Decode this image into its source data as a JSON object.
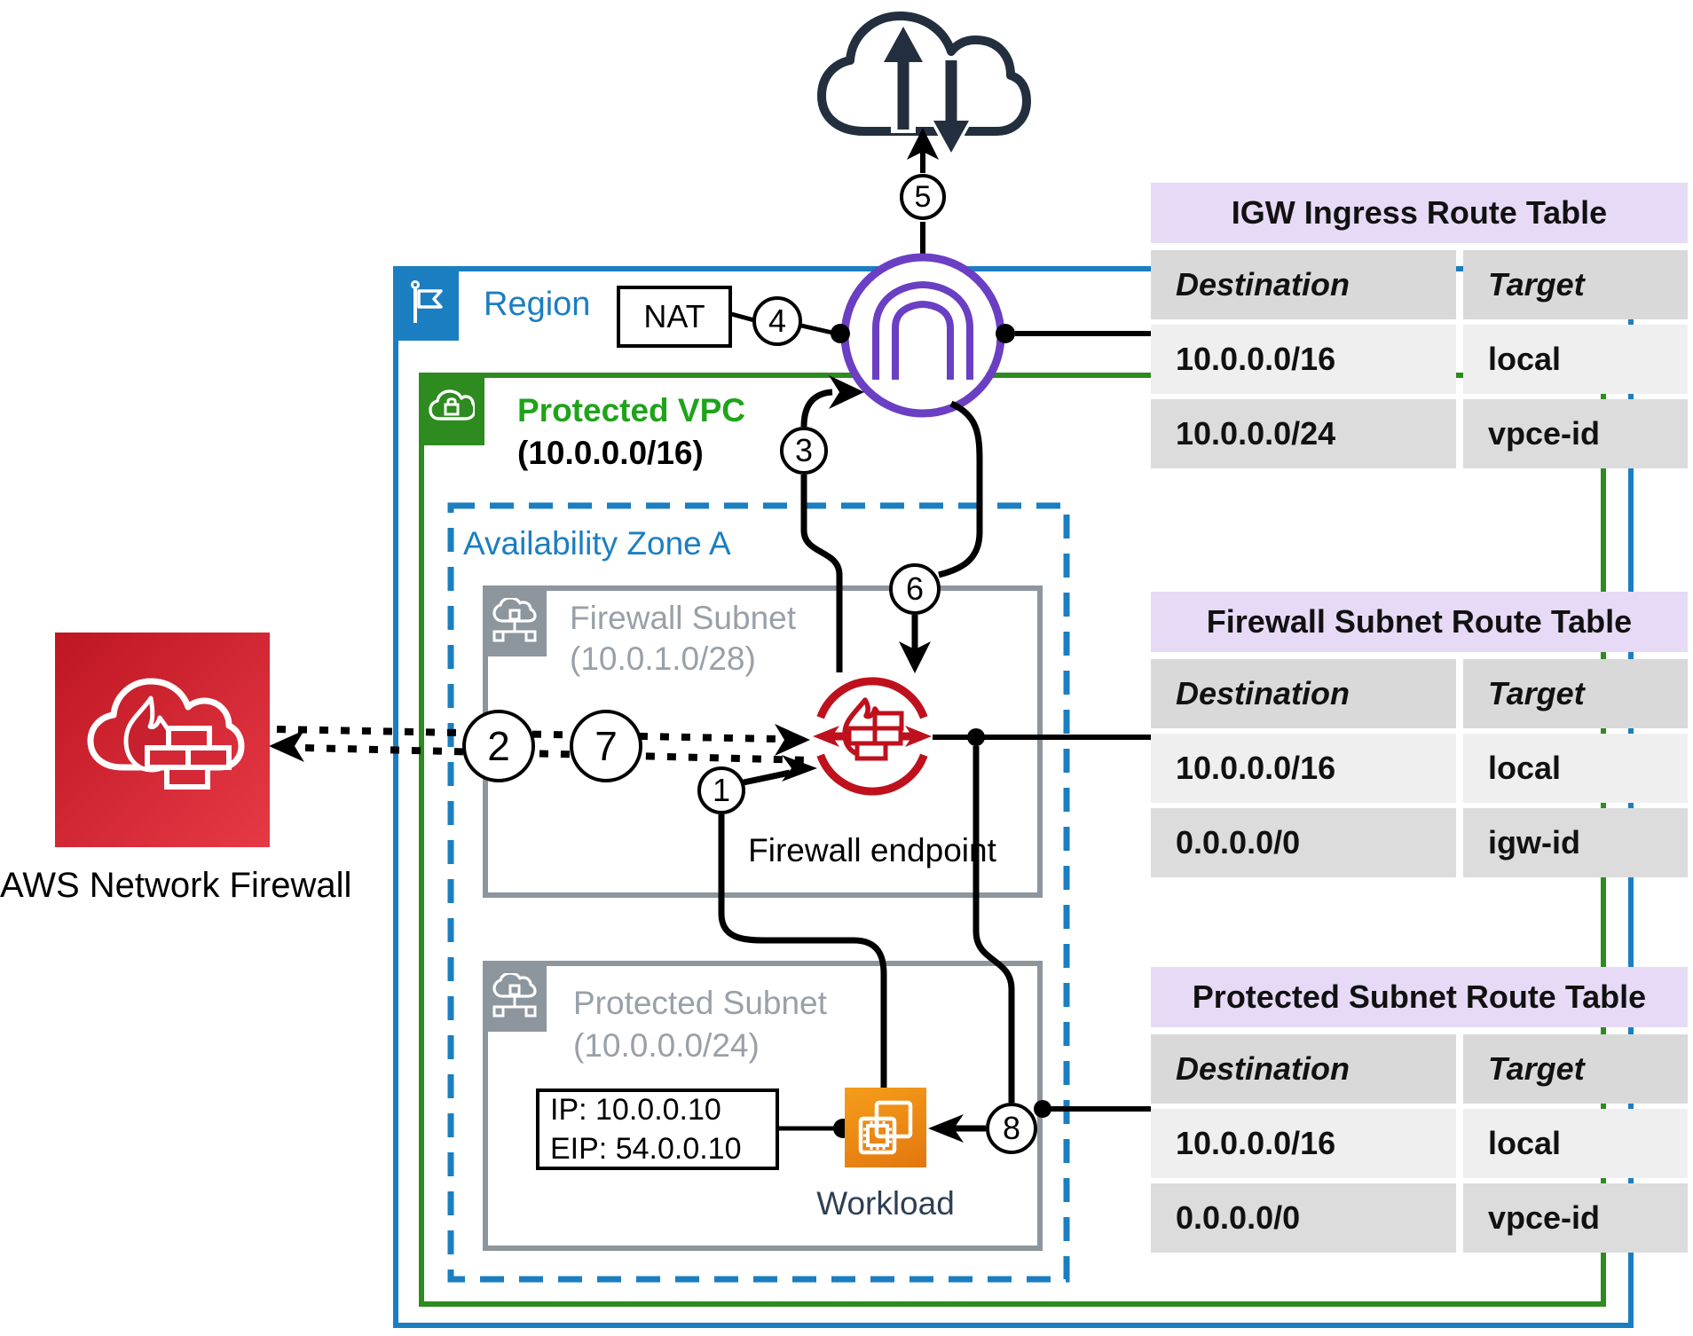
{
  "region": {
    "label": "Region"
  },
  "nat": {
    "label": "NAT"
  },
  "vpc": {
    "label": "Protected VPC",
    "cidr": "(10.0.0.0/16)"
  },
  "availability_zone": {
    "label": "Availability Zone A"
  },
  "firewall_subnet": {
    "label": "Firewall Subnet",
    "cidr": "(10.0.1.0/28)"
  },
  "protected_subnet": {
    "label": "Protected Subnet",
    "cidr": "(10.0.0.0/24)"
  },
  "firewall_endpoint": {
    "label": "Firewall endpoint"
  },
  "workload": {
    "label": "Workload"
  },
  "ip_box": {
    "line1": "IP: 10.0.0.10",
    "line2": "EIP: 54.0.0.10"
  },
  "network_firewall": {
    "label": "AWS Network Firewall"
  },
  "flow_steps": [
    "1",
    "2",
    "3",
    "4",
    "5",
    "6",
    "7",
    "8"
  ],
  "route_tables": [
    {
      "title": "IGW Ingress Route Table",
      "columns": [
        "Destination",
        "Target"
      ],
      "rows": [
        [
          "10.0.0.0/16",
          "local"
        ],
        [
          "10.0.0.0/24",
          "vpce-id"
        ]
      ]
    },
    {
      "title": "Firewall Subnet Route Table",
      "columns": [
        "Destination",
        "Target"
      ],
      "rows": [
        [
          "10.0.0.0/16",
          "local"
        ],
        [
          "0.0.0.0/0",
          "igw-id"
        ]
      ]
    },
    {
      "title": "Protected Subnet Route Table",
      "columns": [
        "Destination",
        "Target"
      ],
      "rows": [
        [
          "10.0.0.0/16",
          "local"
        ],
        [
          "0.0.0.0/0",
          "vpce-id"
        ]
      ]
    }
  ],
  "colors": {
    "region_blue": "#1B7EC1",
    "vpc_green": "#2E8B20",
    "subnet_gray": "#8D959D",
    "endpoint_red": "#BE111D",
    "igw_purple": "#6A3FC4",
    "cloud_navy": "#232F3E",
    "workload_orange": "#E8821D",
    "nf_red": "#C7202F",
    "table_header_purple": "#E6DAF6"
  }
}
